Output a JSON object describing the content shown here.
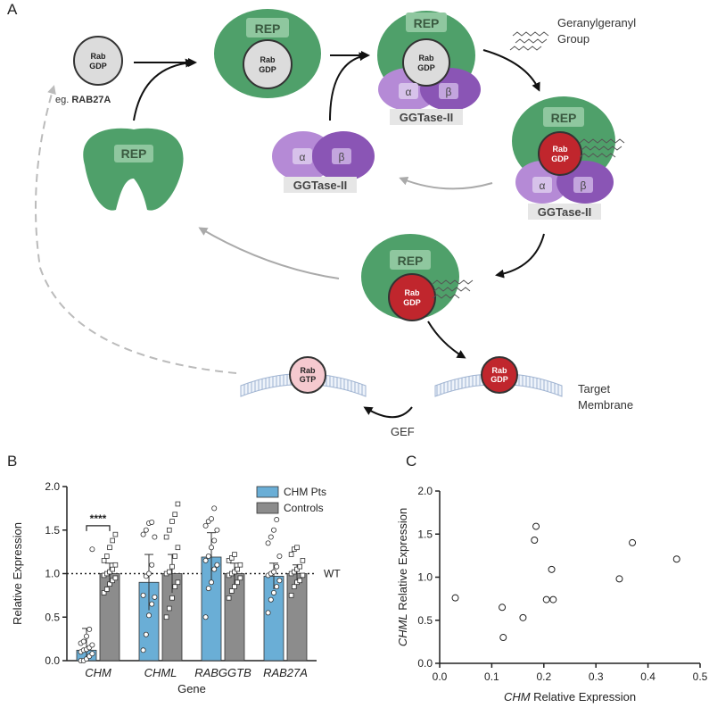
{
  "panel_a": {
    "letter": "A",
    "rep_label": "REP",
    "rab_label": "Rab",
    "gdp_label": "GDP",
    "gtp_label": "GTP",
    "eg_prefix": "eg.",
    "eg_gene": "RAB27A",
    "ggtase_label": "GGTase-II",
    "alpha": "α",
    "beta": "β",
    "geranyl_line1": "Geranylgeranyl",
    "geranyl_line2": "Group",
    "membrane_line1": "Target",
    "membrane_line2": "Membrane",
    "gef_label": "GEF",
    "colors": {
      "rep": "#4fa06a",
      "ggtase": "#9b6bc3",
      "rab_red": "#c0262d",
      "rab_grey": "#dcdcdc",
      "rab_pink": "#f5c9cf"
    }
  },
  "panel_b": {
    "letter": "B",
    "significance": "****",
    "wt_label": "WT",
    "chart_data": {
      "type": "bar",
      "categories": [
        "CHM",
        "CHML",
        "RABGGTB",
        "RAB27A"
      ],
      "xlabel": "Gene",
      "ylabel": "Relative Expression",
      "ylim": [
        0,
        2.0
      ],
      "yticks": [
        "0.0",
        "0.5",
        "1.0",
        "1.5",
        "2.0"
      ],
      "reference_line": 1.0,
      "series": [
        {
          "name": "CHM Pts",
          "color": "#6aaed6",
          "values": [
            0.12,
            0.9,
            1.19,
            0.97
          ],
          "errors": [
            0.25,
            0.32,
            0.28,
            0.15
          ],
          "points": [
            [
              0.0,
              0.0,
              0.02,
              0.05,
              0.08,
              0.1,
              0.12,
              0.13,
              0.15,
              0.18,
              0.2,
              0.22,
              0.28,
              0.36,
              1.28
            ],
            [
              0.12,
              0.3,
              0.52,
              0.65,
              0.73,
              0.75,
              0.97,
              1.0,
              1.1,
              1.42,
              1.45,
              1.5,
              1.58,
              1.59
            ],
            [
              0.5,
              0.83,
              0.9,
              1.05,
              1.1,
              1.15,
              1.2,
              1.3,
              1.38,
              1.5,
              1.55,
              1.6,
              1.63,
              1.75
            ],
            [
              0.55,
              0.7,
              0.78,
              0.85,
              0.92,
              0.98,
              1.0,
              1.02,
              1.08,
              1.2,
              1.35,
              1.42,
              1.5,
              1.62
            ]
          ]
        },
        {
          "name": "Controls",
          "color": "#8c8c8c",
          "values": [
            1.0,
            1.0,
            1.0,
            1.0
          ],
          "errors": [
            0.12,
            0.22,
            0.12,
            0.1
          ],
          "points": [
            [
              0.78,
              0.82,
              0.88,
              0.92,
              0.95,
              0.98,
              1.0,
              1.02,
              1.05,
              1.1,
              1.15,
              1.2,
              1.3,
              1.38,
              1.45
            ],
            [
              0.5,
              0.6,
              0.72,
              0.85,
              0.9,
              1.0,
              1.02,
              1.08,
              1.2,
              1.3,
              1.42,
              1.5,
              1.6,
              1.68,
              1.8
            ],
            [
              0.72,
              0.8,
              0.85,
              0.9,
              0.95,
              0.98,
              1.0,
              1.02,
              1.05,
              1.1,
              1.15,
              1.18,
              1.22
            ],
            [
              0.75,
              0.85,
              0.9,
              0.92,
              0.98,
              1.0,
              1.02,
              1.05,
              1.08,
              1.15,
              1.22,
              1.28,
              1.3
            ]
          ]
        }
      ]
    }
  },
  "panel_c": {
    "letter": "C",
    "chart_data": {
      "type": "scatter",
      "xlabel_gene": "CHM",
      "xlabel_rest": " Relative Expression",
      "ylabel_gene": "CHML",
      "ylabel_rest": " Relative Expression",
      "xlim": [
        0,
        0.5
      ],
      "ylim": [
        0,
        2.0
      ],
      "xticks": [
        "0.0",
        "0.1",
        "0.2",
        "0.3",
        "0.4",
        "0.5"
      ],
      "yticks": [
        "0.0",
        "0.5",
        "1.0",
        "1.5",
        "2.0"
      ],
      "points": [
        [
          0.03,
          0.76
        ],
        [
          0.12,
          0.65
        ],
        [
          0.122,
          0.3
        ],
        [
          0.16,
          0.53
        ],
        [
          0.182,
          1.43
        ],
        [
          0.185,
          1.59
        ],
        [
          0.205,
          0.74
        ],
        [
          0.215,
          1.09
        ],
        [
          0.218,
          0.74
        ],
        [
          0.345,
          0.98
        ],
        [
          0.37,
          1.4
        ],
        [
          0.455,
          1.21
        ]
      ]
    }
  }
}
